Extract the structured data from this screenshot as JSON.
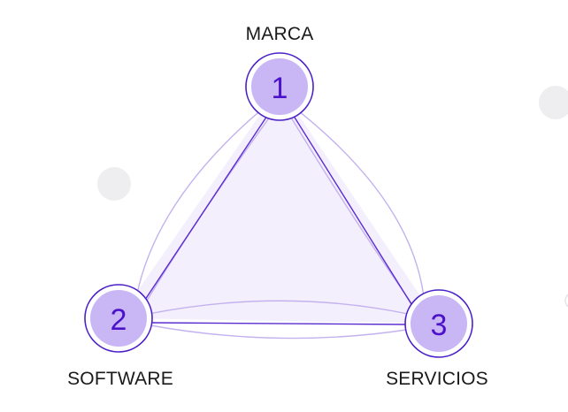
{
  "nodes": [
    {
      "number": "1",
      "label": "MARCA"
    },
    {
      "number": "2",
      "label": "SOFTWARE"
    },
    {
      "number": "3",
      "label": "SERVICIOS"
    }
  ],
  "colors": {
    "node_fill": "#c9b6f5",
    "node_stroke": "#4b1fc7",
    "node_text": "#4b12c9",
    "edge_dark": "#5a2bd0",
    "edge_light": "#c3b2ef",
    "triangle_fill": "#f3effc",
    "deco_dot": "#eeeef0"
  }
}
